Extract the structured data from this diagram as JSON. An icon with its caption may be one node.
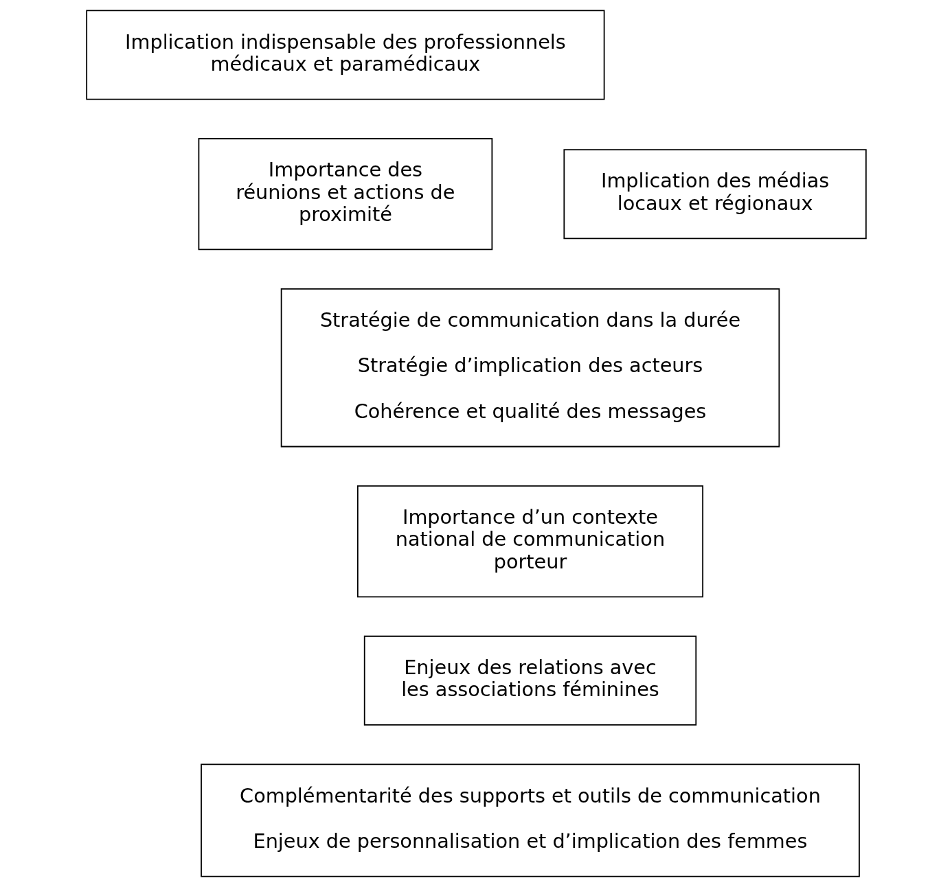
{
  "diagram": {
    "nodes": [
      {
        "text": [
          "Implication indispensable des professionnels médicaux et paramédicaux"
        ]
      },
      {
        "text": [
          "Implication des médias locaux et régionaux"
        ]
      },
      {
        "text": [
          "Importance des réunions et actions de proximité"
        ]
      },
      {
        "text": [
          "Stratégie de communication dans la durée",
          "Stratégie d’implication des acteurs",
          "Cohérence et qualité des messages"
        ]
      },
      {
        "text": [
          "Importance d’un contexte national de communication porteur"
        ]
      },
      {
        "text": [
          "Enjeux des relations avec les associations féminines"
        ]
      },
      {
        "text": [
          "Complémentarité des supports et outils de communication",
          "Enjeux de personnalisation et d’implication des femmes"
        ]
      }
    ],
    "edges": []
  }
}
